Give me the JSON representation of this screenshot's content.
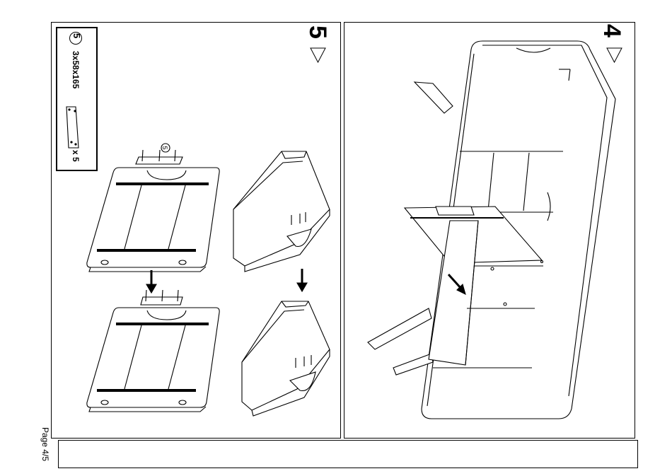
{
  "page": {
    "label": "Page 4/5"
  },
  "steps": [
    {
      "number": "5"
    },
    {
      "number": "4"
    }
  ],
  "parts": {
    "part_number": "5",
    "size": "3x58x165",
    "quantity": "x 5"
  },
  "callouts": {
    "part_ref": "5"
  }
}
